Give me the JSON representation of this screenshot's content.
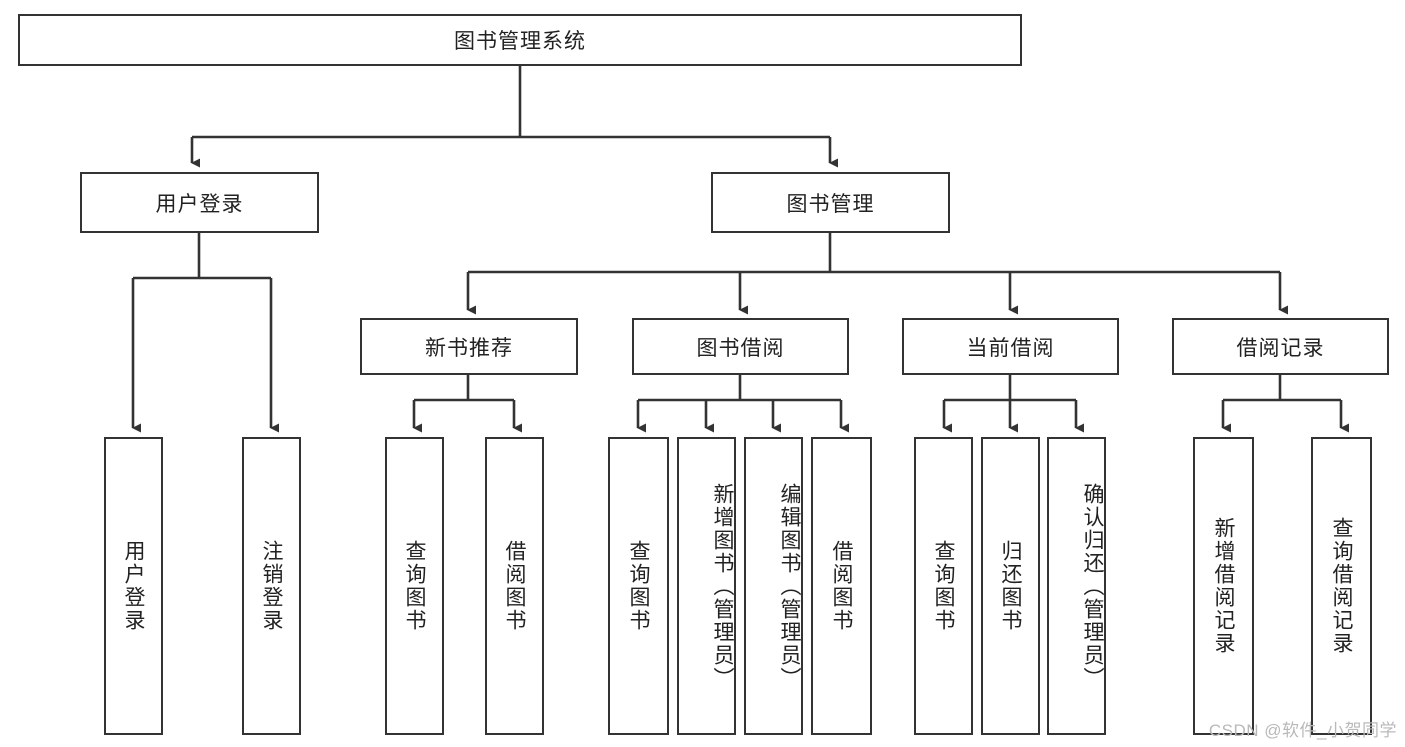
{
  "diagram": {
    "type": "tree-hierarchy",
    "title": "图书管理系统",
    "root": {
      "id": "root",
      "label": "图书管理系统"
    },
    "level2": [
      {
        "id": "user-login",
        "label": "用户登录"
      },
      {
        "id": "book-management",
        "label": "图书管理"
      }
    ],
    "level3": [
      {
        "id": "new-book-recommend",
        "label": "新书推荐",
        "parent": "book-management"
      },
      {
        "id": "book-borrow",
        "label": "图书借阅",
        "parent": "book-management"
      },
      {
        "id": "current-borrow",
        "label": "当前借阅",
        "parent": "book-management"
      },
      {
        "id": "borrow-record",
        "label": "借阅记录",
        "parent": "book-management"
      }
    ],
    "leaves": [
      {
        "id": "leaf-user-login",
        "label": "用户登录",
        "parent": "user-login"
      },
      {
        "id": "leaf-logout-login",
        "label": "注销登录",
        "parent": "user-login"
      },
      {
        "id": "leaf-query-book-1",
        "label": "查询图书",
        "parent": "new-book-recommend"
      },
      {
        "id": "leaf-borrow-book-1",
        "label": "借阅图书",
        "parent": "new-book-recommend"
      },
      {
        "id": "leaf-query-book-2",
        "label": "查询图书",
        "parent": "book-borrow"
      },
      {
        "id": "leaf-add-book",
        "label": "新增图书（管理员）",
        "parent": "book-borrow"
      },
      {
        "id": "leaf-edit-book",
        "label": "编辑图书（管理员）",
        "parent": "book-borrow"
      },
      {
        "id": "leaf-borrow-book-2",
        "label": "借阅图书",
        "parent": "book-borrow"
      },
      {
        "id": "leaf-query-book-3",
        "label": "查询图书",
        "parent": "current-borrow"
      },
      {
        "id": "leaf-return-book",
        "label": "归还图书",
        "parent": "current-borrow"
      },
      {
        "id": "leaf-confirm-return",
        "label": "确认归还（管理员）",
        "parent": "current-borrow"
      },
      {
        "id": "leaf-add-record",
        "label": "新增借阅记录",
        "parent": "borrow-record"
      },
      {
        "id": "leaf-query-record",
        "label": "查询借阅记录",
        "parent": "borrow-record"
      }
    ],
    "colors": {
      "stroke": "#333333",
      "fill": "#ffffff",
      "text": "#222222",
      "watermark": "#b9b9b9"
    }
  },
  "watermark": {
    "text": "CSDN @软件_小贺同学"
  }
}
